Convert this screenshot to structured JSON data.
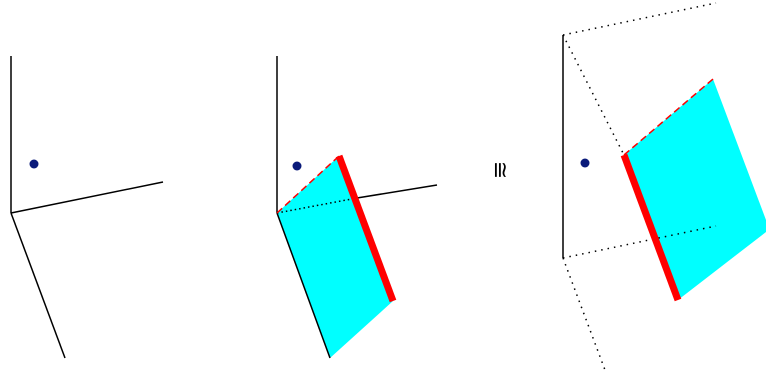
{
  "colors": {
    "background": "#ffffff",
    "axis": "#000000",
    "point": "#0a1a7a",
    "face_fill": "#00ffff",
    "thick_edge": "#ff0000",
    "dashed_edge": "#ff0000"
  },
  "relation_symbol": "≅",
  "panels": [
    {
      "id": "panel-1",
      "description_key": "origin-frame-with-point"
    },
    {
      "id": "panel-2",
      "description_key": "frame-with-cyan-face"
    },
    {
      "id": "panel-3",
      "description_key": "rotated-frame-with-cyan-face"
    }
  ]
}
